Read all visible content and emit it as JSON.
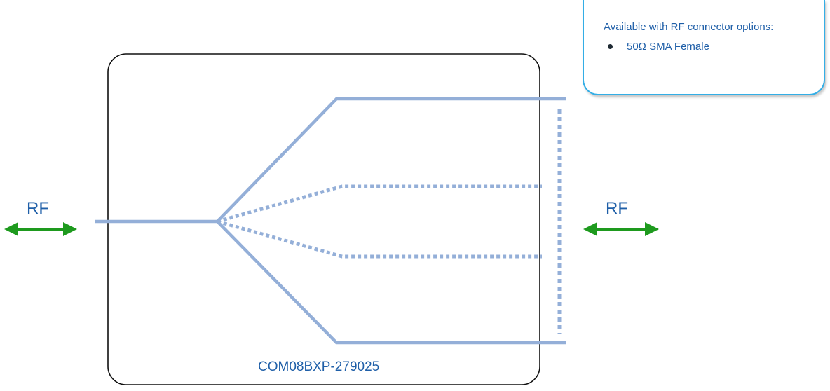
{
  "diagram": {
    "rf_left_label": "RF",
    "rf_right_label": "RF",
    "part_number": "COM08BXP-279025",
    "colors": {
      "line": "#94afd8",
      "arrow": "#1e9a1e",
      "text": "#1f5fa8",
      "box_border": "#111111",
      "info_border": "#33aee6"
    }
  },
  "info_box": {
    "title": "Available with RF connector options:",
    "options": [
      "50Ω SMA Female"
    ]
  }
}
